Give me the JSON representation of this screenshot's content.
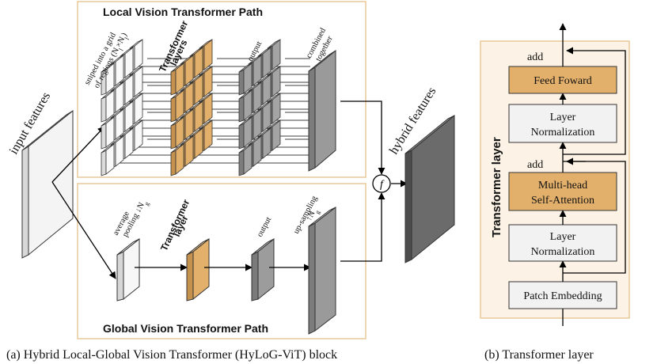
{
  "panel_a": {
    "local_title": "Local Vision Transformer Path",
    "global_title": "Global Vision Transformer Path",
    "input_label": "input features",
    "split_label_1": "sniped into a grid",
    "split_label_2": "of regions (N",
    "split_label_2_sub": "l",
    "split_label_2_mid": "×N",
    "split_label_2_sub2": "l",
    "split_label_2_end": ")",
    "transformer_layers": "Transformer",
    "transformer_layers_2": "layers",
    "output_local": "output",
    "combined_1": "combined",
    "combined_2": "together",
    "hybrid_label": "hybrid features",
    "fuse_symbol": "f",
    "avg_pool_1": "average",
    "avg_pool_2": "pooling ↓N",
    "avg_pool_sub": "g",
    "transformer_layer_1": "Transformer",
    "transformer_layer_2": "layer",
    "output_global": "output",
    "upsample_1": "up-sampling",
    "upsample_2": "↑N",
    "upsample_sub": "g",
    "caption": "(a) Hybrid Local-Global Vision Transformer  (HyLoG-ViT) block"
  },
  "panel_b": {
    "side_title": "Transformer layer",
    "add_top": "add",
    "add_mid": "add",
    "feed_forward": "Feed Foward",
    "layer_norm_1a": "Layer",
    "layer_norm_1b": "Normalization",
    "mha_1": "Multi-head",
    "mha_2": "Self-Attention",
    "layer_norm_2a": "Layer",
    "layer_norm_2b": "Normalization",
    "patch_embedding": "Patch Embedding",
    "caption": "(b) Transformer layer"
  },
  "colors": {
    "panel_border": "#e8c99a",
    "panel_b_bg": "#fcf3e6",
    "orange": "#e3b06c",
    "orange_dark": "#b9874a",
    "light_gray": "#f0f0f0",
    "mid_gray": "#a9a9a9",
    "dark_gray": "#6f6f6f"
  }
}
